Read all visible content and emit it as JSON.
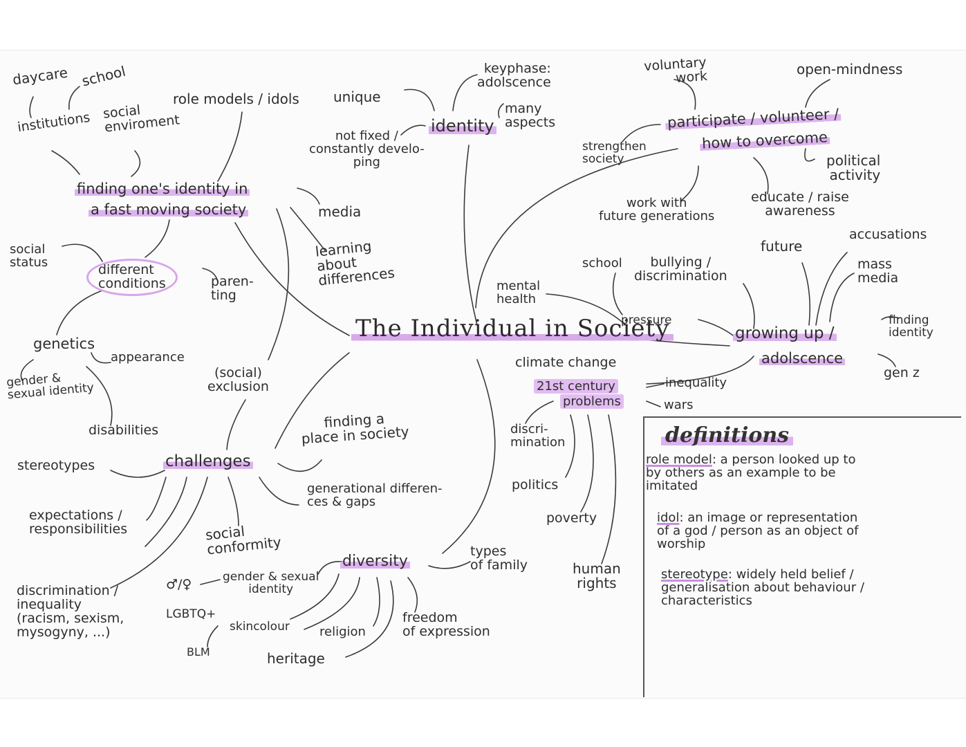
{
  "center": "The Individual in Society",
  "branches": {
    "finding": {
      "title_line1": "finding one's identity in",
      "title_line2": "a fast moving society",
      "daycare": "daycare",
      "school": "school",
      "institutions": "institutions",
      "social_env": "social\nenviroment",
      "role_models": "role models / idols",
      "media": "media",
      "learning": "learning\nabout\ndifferences",
      "different_conditions": "different\nconditions",
      "social_status": "social\nstatus",
      "parenting": "paren-\nting",
      "genetics": "genetics",
      "appearance": "appearance",
      "gender_sexual": "gender &\nsexual identity",
      "disabilities": "disabilities",
      "social_exclusion": "(social)\nexclusion"
    },
    "identity": {
      "title": "identity",
      "unique": "unique",
      "keyphase": "keyphase:\nadolscence",
      "many_aspects": "many\naspects",
      "not_fixed": "not fixed /\nconstantly develo-\nping"
    },
    "participate": {
      "title_line1": "participate / volunteer /",
      "title_line2": "how to overcome",
      "voluntary": "voluntary\nwork",
      "open": "open-mindness",
      "strengthen": "strengthen\nsociety",
      "political": "political\nactivity",
      "work_future": "work with\nfuture generations",
      "educate": "educate / raise\nawareness"
    },
    "growing": {
      "title_line1": "growing up /",
      "title_line2": "adolscence",
      "school": "school",
      "bullying": "bullying /\ndiscrimination",
      "mental": "mental\nhealth",
      "pressure": "pressure",
      "future": "future",
      "accusations": "accusations",
      "mass_media": "mass\nmedia",
      "finding_identity": "finding\nidentity",
      "genz": "gen z"
    },
    "problems": {
      "title_line1": "21st century",
      "title_line2": "problems",
      "climate": "climate change",
      "inequality": "inequality",
      "wars": "wars",
      "discrimination": "discri-\nmination",
      "politics": "politics",
      "poverty": "poverty",
      "human_rights": "human\nrights"
    },
    "challenges": {
      "title": "challenges",
      "stereotypes": "stereotypes",
      "finding_place": "finding a\nplace in society",
      "generational": "generational differen-\nces & gaps",
      "expectations": "expectations /\nresponsibilities",
      "social_conformity": "social\nconformity",
      "discrimination": "discrimination /\ninequality\n(racism, sexism,\nmysogyny, ...)"
    },
    "diversity": {
      "title": "diversity",
      "types_family": "types\nof family",
      "gender_symbols": "♂/♀",
      "gender_sexual": "gender & sexual\nidentity",
      "lgbtq": "LGBTQ+",
      "skincolour": "skincolour",
      "religion": "religion",
      "freedom": "freedom\nof expression",
      "blm": "BLM",
      "heritage": "heritage"
    }
  },
  "definitions": {
    "title": "definitions",
    "items": [
      {
        "term": "role model",
        "text": ": a person looked up to\nby others as an example to be\nimitated"
      },
      {
        "term": "idol",
        "text": ": an image or representation\nof a god / person as an object of\nworship"
      },
      {
        "term": "stereotype",
        "text": ": widely held belief /\ngeneralisation about behaviour /\ncharacteristics"
      }
    ]
  },
  "colors": {
    "highlight": "#dcb3ee",
    "ink": "#2e2e2e"
  }
}
